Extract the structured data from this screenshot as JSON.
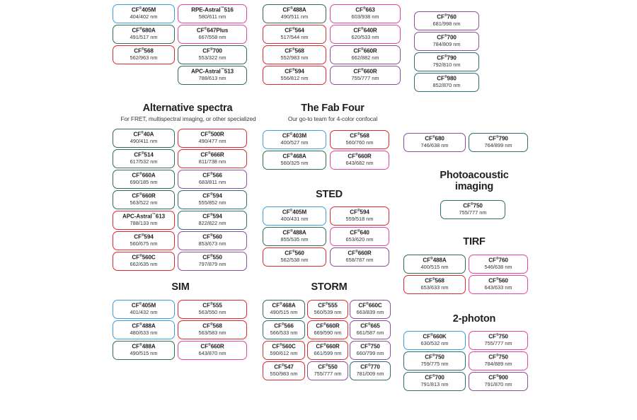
{
  "meta": {
    "trademark_symbol": "®",
    "astral_symbol": "™",
    "unit": "nm"
  },
  "colors": {
    "blue": "#3d9fe0",
    "green": "#2f6b52",
    "red": "#e1282c",
    "pink": "#e8449b",
    "magenta": "#d6308d",
    "purple": "#8e4da0",
    "teal": "#2b6f72",
    "darkgreen": "#2d6e53",
    "text": "#231f20"
  },
  "top_block": {
    "columns": [
      {
        "name": "top-col-1",
        "items": [
          {
            "name": "CF",
            "sup": "®",
            "suffix": "405M",
            "wl": "404/402 nm",
            "color": "#3d9fe0"
          },
          {
            "name": "CF",
            "sup": "®",
            "suffix": "680A",
            "wl": "491/517 nm",
            "color": "#2f6b52"
          },
          {
            "name": "CF",
            "sup": "®",
            "suffix": "568",
            "wl": "562/963 nm",
            "color": "#e1282c"
          }
        ]
      },
      {
        "name": "top-col-2",
        "items": [
          {
            "name": "RPE-Astral",
            "sup": "™",
            "suffix": "516",
            "wl": "580/611 nm",
            "color": "#e8449b"
          },
          {
            "name": "CF",
            "sup": "®",
            "suffix": "647Plus",
            "wl": "667/558 nm",
            "color": "#e8449b"
          },
          {
            "name": "CF",
            "sup": "®",
            "suffix": "700",
            "wl": "553/322 nm",
            "color": "#2f6b52"
          },
          {
            "name": "APC-Astral",
            "sup": "™",
            "suffix": "513",
            "wl": "788/613 nm",
            "color": "#2f6b52"
          }
        ]
      },
      {
        "name": "top-col-3",
        "items": [
          {
            "name": "CF",
            "sup": "®",
            "suffix": "488A",
            "wl": "490/511 nm",
            "color": "#2f6b52"
          },
          {
            "name": "CF",
            "sup": "®",
            "suffix": "564",
            "wl": "517/544 nm",
            "color": "#e1282c"
          },
          {
            "name": "CF",
            "sup": "®",
            "suffix": "568",
            "wl": "552/983 nm",
            "color": "#e1282c"
          },
          {
            "name": "CF",
            "sup": "®",
            "suffix": "594",
            "wl": "556/812 nm",
            "color": "#e1282c"
          }
        ]
      },
      {
        "name": "top-col-4",
        "items": [
          {
            "name": "CF",
            "sup": "®",
            "suffix": "663",
            "wl": "603/938 nm",
            "color": "#e8449b"
          },
          {
            "name": "CF",
            "sup": "®",
            "suffix": "640R",
            "wl": "620/533 nm",
            "color": "#e8449b"
          },
          {
            "name": "CF",
            "sup": "®",
            "suffix": "660R",
            "wl": "662/882 nm",
            "color": "#8e4da0"
          },
          {
            "name": "CF",
            "sup": "®",
            "suffix": "660R",
            "wl": "755/777 nm",
            "color": "#8e4da0"
          }
        ]
      },
      {
        "name": "top-col-5",
        "items": [
          {
            "name": "CF",
            "sup": "®",
            "suffix": "760",
            "wl": "681/998 nm",
            "color": "#8e4da0"
          },
          {
            "name": "CF",
            "sup": "®",
            "suffix": "700",
            "wl": "784/809 nm",
            "color": "#8e4da0"
          },
          {
            "name": "CF",
            "sup": "®",
            "suffix": "790",
            "wl": "792/810 nm",
            "color": "#2b6f72"
          },
          {
            "name": "CF",
            "sup": "®",
            "suffix": "980",
            "wl": "852/870 nm",
            "color": "#2b6f72"
          }
        ]
      }
    ]
  },
  "sections": {
    "alternative": {
      "title": "Alternative spectra",
      "subtitle": "For FRET, multispectral imaging, or other specialized",
      "col_left": [
        {
          "name": "CF",
          "sup": "®",
          "suffix": "40A",
          "wl": "490/411 nm",
          "color": "#2f6b52"
        },
        {
          "name": "CF",
          "sup": "®",
          "suffix": "514",
          "wl": "617/532 nm",
          "color": "#2f6b52"
        },
        {
          "name": "CF",
          "sup": "®",
          "suffix": "660A",
          "wl": "690/185 nm",
          "color": "#2f6b52"
        },
        {
          "name": "CF",
          "sup": "®",
          "suffix": "660R",
          "wl": "563/522 nm",
          "color": "#2f6b52"
        },
        {
          "name": "APC-Astral",
          "sup": "™",
          "suffix": "613",
          "wl": "788/133 nm",
          "color": "#e1282c"
        },
        {
          "name": "CF",
          "sup": "®",
          "suffix": "594",
          "wl": "560/675 nm",
          "color": "#e1282c"
        },
        {
          "name": "CF",
          "sup": "®",
          "suffix": "560C",
          "wl": "662/635 nm",
          "color": "#e1282c"
        }
      ],
      "col_right": [
        {
          "name": "CF",
          "sup": "®",
          "suffix": "500R",
          "wl": "490/477 nm",
          "color": "#e1282c"
        },
        {
          "name": "CF",
          "sup": "®",
          "suffix": "666R",
          "wl": "811/738 nm",
          "color": "#e1282c"
        },
        {
          "name": "CF",
          "sup": "®",
          "suffix": "566",
          "wl": "683/811 nm",
          "color": "#8e4da0"
        },
        {
          "name": "CF",
          "sup": "®",
          "suffix": "594",
          "wl": "555/852 nm",
          "color": "#2b6f72"
        },
        {
          "name": "CF",
          "sup": "®",
          "suffix": "594",
          "wl": "822/822 nm",
          "color": "#2b6f72"
        },
        {
          "name": "CF",
          "sup": "®",
          "suffix": "560",
          "wl": "853/673 nm",
          "color": "#8e4da0"
        },
        {
          "name": "CF",
          "sup": "®",
          "suffix": "550",
          "wl": "797/879 nm",
          "color": "#8e4da0"
        }
      ]
    },
    "fab_four": {
      "title": "The Fab Four",
      "subtitle": "Our go-to team for 4-color confocal",
      "col_left": [
        {
          "name": "CF",
          "sup": "®",
          "suffix": "403M",
          "wl": "400/527 nm",
          "color": "#3d9fe0"
        },
        {
          "name": "CF",
          "sup": "®",
          "suffix": "468A",
          "wl": "560/325 nm",
          "color": "#2f6b52"
        }
      ],
      "col_right": [
        {
          "name": "CF",
          "sup": "®",
          "suffix": "568",
          "wl": "560/760 nm",
          "color": "#e1282c"
        },
        {
          "name": "CF",
          "sup": "®",
          "suffix": "660R",
          "wl": "643/682 nm",
          "color": "#e8449b"
        }
      ]
    },
    "sted": {
      "title": "STED",
      "col_left": [
        {
          "name": "CF",
          "sup": "®",
          "suffix": "405M",
          "wl": "400/431 nm",
          "color": "#3d9fe0"
        },
        {
          "name": "CF",
          "sup": "®",
          "suffix": "488A",
          "wl": "855/535 nm",
          "color": "#2f6b52"
        },
        {
          "name": "CF",
          "sup": "®",
          "suffix": "560",
          "wl": "562/538 nm",
          "color": "#e1282c"
        }
      ],
      "col_right": [
        {
          "name": "CF",
          "sup": "®",
          "suffix": "594",
          "wl": "559/518 nm",
          "color": "#e1282c"
        },
        {
          "name": "CF",
          "sup": "®",
          "suffix": "640",
          "wl": "653/620 nm",
          "color": "#e8449b"
        },
        {
          "name": "CF",
          "sup": "®",
          "suffix": "660R",
          "wl": "658/787 nm",
          "color": "#8e4da0"
        }
      ]
    },
    "pair_680_790": [
      {
        "name": "CF",
        "sup": "®",
        "suffix": "680",
        "wl": "746/638 nm",
        "color": "#8e4da0"
      },
      {
        "name": "CF",
        "sup": "®",
        "suffix": "790",
        "wl": "764/899 nm",
        "color": "#2b6f72"
      }
    ],
    "photoacoustic": {
      "title_line1": "Photoacoustic",
      "title_line2": "imaging",
      "items": [
        {
          "name": "CF",
          "sup": "®",
          "suffix": "750",
          "wl": "755/777 nm",
          "color": "#2b6f72"
        }
      ]
    },
    "tirf": {
      "title": "TIRF",
      "col_left": [
        {
          "name": "CF",
          "sup": "®",
          "suffix": "488A",
          "wl": "400/515 nm",
          "color": "#2f6b52"
        },
        {
          "name": "CF",
          "sup": "®",
          "suffix": "568",
          "wl": "653/633 nm",
          "color": "#e1282c"
        }
      ],
      "col_right": [
        {
          "name": "CF",
          "sup": "®",
          "suffix": "760",
          "wl": "546/638 nm",
          "color": "#e8449b"
        },
        {
          "name": "CF",
          "sup": "®",
          "suffix": "560",
          "wl": "643/633 nm",
          "color": "#e8449b"
        }
      ]
    },
    "two_photon": {
      "title": "2-photon",
      "col_left": [
        {
          "name": "CF",
          "sup": "®",
          "suffix": "660K",
          "wl": "630/532 nm",
          "color": "#3d9fe0"
        },
        {
          "name": "CF",
          "sup": "®",
          "suffix": "750",
          "wl": "759/775 nm",
          "color": "#2b6f72"
        },
        {
          "name": "CF",
          "sup": "®",
          "suffix": "700",
          "wl": "791/813 nm",
          "color": "#2b6f72"
        }
      ],
      "col_right": [
        {
          "name": "CF",
          "sup": "®",
          "suffix": "750",
          "wl": "755/777 nm",
          "color": "#e8449b"
        },
        {
          "name": "CF",
          "sup": "®",
          "suffix": "750",
          "wl": "784/889 nm",
          "color": "#e8449b"
        },
        {
          "name": "CF",
          "sup": "®",
          "suffix": "900",
          "wl": "791/870 nm",
          "color": "#8e4da0"
        }
      ]
    },
    "sim": {
      "title": "SIM",
      "col_left": [
        {
          "name": "CF",
          "sup": "®",
          "suffix": "405M",
          "wl": "401/432 nm",
          "color": "#3d9fe0"
        },
        {
          "name": "CF",
          "sup": "®",
          "suffix": "488A",
          "wl": "480/633 nm",
          "color": "#3d9fe0"
        },
        {
          "name": "CF",
          "sup": "®",
          "suffix": "488A",
          "wl": "490/515 nm",
          "color": "#2f6b52"
        }
      ],
      "col_right": [
        {
          "name": "CF",
          "sup": "®",
          "suffix": "555",
          "wl": "563/550 nm",
          "color": "#e1282c"
        },
        {
          "name": "CF",
          "sup": "®",
          "suffix": "568",
          "wl": "563/583 nm",
          "color": "#e1282c"
        },
        {
          "name": "CF",
          "sup": "®",
          "suffix": "660R",
          "wl": "643/870 nm",
          "color": "#e8449b"
        }
      ]
    },
    "storm": {
      "title": "STORM",
      "col_1": [
        {
          "name": "CF",
          "sup": "®",
          "suffix": "468A",
          "wl": "490/515 nm",
          "color": "#2f6b52"
        },
        {
          "name": "CF",
          "sup": "®",
          "suffix": "566",
          "wl": "566/533 nm",
          "color": "#2b6f72"
        },
        {
          "name": "CF",
          "sup": "®",
          "suffix": "560C",
          "wl": "590/612 nm",
          "color": "#e1282c"
        },
        {
          "name": "CF",
          "sup": "®",
          "suffix": "547",
          "wl": "550/983 nm",
          "color": "#e1282c"
        }
      ],
      "col_2": [
        {
          "name": "CF",
          "sup": "®",
          "suffix": "555",
          "wl": "560/539 nm",
          "color": "#e1282c"
        },
        {
          "name": "CF",
          "sup": "®",
          "suffix": "660R",
          "wl": "669/590 nm",
          "color": "#e1282c"
        },
        {
          "name": "CF",
          "sup": "®",
          "suffix": "660R",
          "wl": "661/599 nm",
          "color": "#e1282c"
        },
        {
          "name": "CF",
          "sup": "®",
          "suffix": "550",
          "wl": "755/777 nm",
          "color": "#8e4da0"
        }
      ],
      "col_3": [
        {
          "name": "CF",
          "sup": "®",
          "suffix": "660C",
          "wl": "663/839 nm",
          "color": "#8e4da0"
        },
        {
          "name": "CF",
          "sup": "®",
          "suffix": "665",
          "wl": "661/587 nm",
          "color": "#8e4da0"
        },
        {
          "name": "CF",
          "sup": "®",
          "suffix": "750",
          "wl": "660/799 nm",
          "color": "#8e4da0"
        },
        {
          "name": "CF",
          "sup": "®",
          "suffix": "770",
          "wl": "781/009 nm",
          "color": "#2b6f72"
        }
      ]
    }
  }
}
